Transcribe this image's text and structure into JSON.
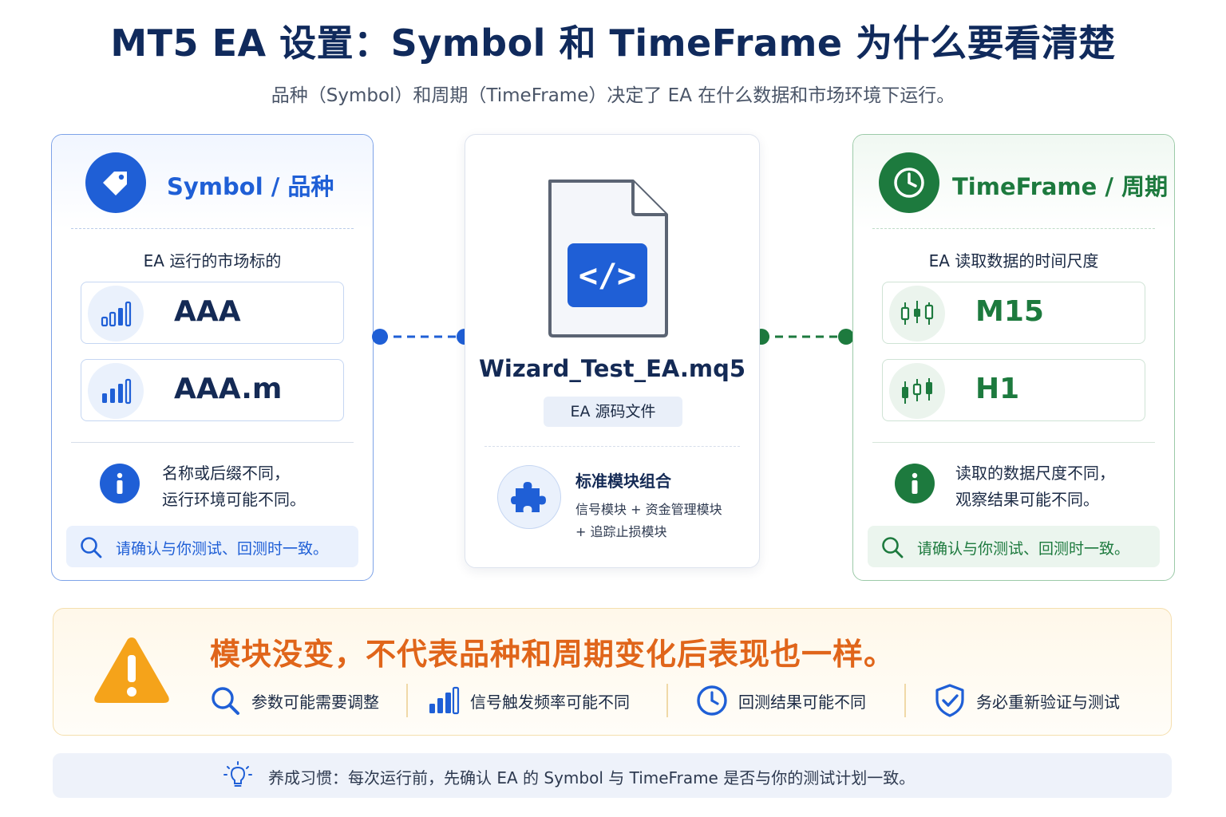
{
  "header": {
    "title": "MT5 EA 设置：Symbol 和 TimeFrame 为什么要看清楚",
    "subtitle": "品种（Symbol）和周期（TimeFrame）决定了 EA 在什么数据和市场环境下运行。"
  },
  "symbol_panel": {
    "title": "Symbol / 品种",
    "label": "EA 运行的市场标的",
    "items": [
      "AAA",
      "AAA.m"
    ],
    "info_line1": "名称或后缀不同，",
    "info_line2": "运行环境可能不同。",
    "confirm": "请确认与你测试、回测时一致。",
    "accent": "#1f5fd6"
  },
  "center_card": {
    "file_name": "Wizard_Test_EA.mq5",
    "badge": "EA 源码文件",
    "module_title": "标准模块组合",
    "module_line1": "信号模块 + 资金管理模块",
    "module_line2": "+ 追踪止损模块",
    "code_symbol": "</>"
  },
  "timeframe_panel": {
    "title": "TimeFrame / 周期",
    "label": "EA 读取数据的时间尺度",
    "items": [
      "M15",
      "H1"
    ],
    "info_line1": "读取的数据尺度不同，",
    "info_line2": "观察结果可能不同。",
    "confirm": "请确认与你测试、回测时一致。",
    "accent": "#1d7a3e"
  },
  "warning": {
    "title": "模块没变，不代表品种和周期变化后表现也一样。",
    "items": [
      "参数可能需要调整",
      "信号触发频率可能不同",
      "回测结果可能不同",
      "务必重新验证与测试"
    ],
    "accent": "#e0651a"
  },
  "tip": {
    "text": "养成习惯：每次运行前，先确认 EA 的 Symbol 与 TimeFrame 是否与你的测试计划一致。"
  }
}
